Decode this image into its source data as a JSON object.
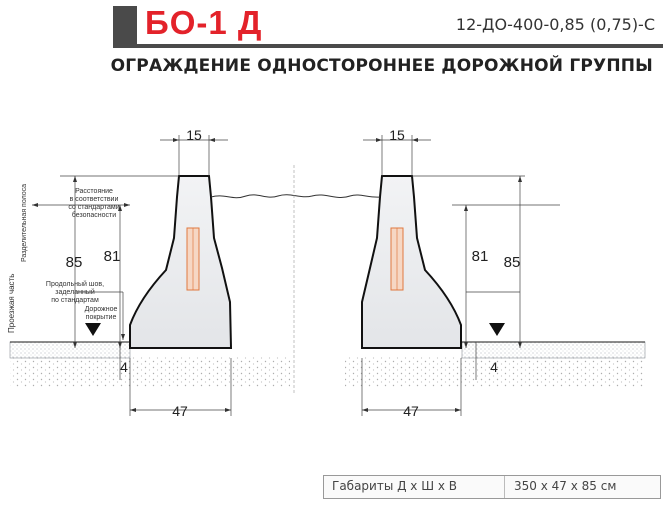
{
  "header": {
    "code": "БО-1 Д",
    "serial": "12-ДО-400-0,85 (0,75)-С",
    "subtitle": "ОГРАЖДЕНИЕ ОДНОСТОРОННЕЕ ДОРОЖНОЙ ГРУППЫ"
  },
  "dimensions": {
    "top_width": "15",
    "bottom_width": "47",
    "height_full": "85",
    "height_above_road": "81",
    "embed": "4"
  },
  "labels": {
    "distance": [
      "Расстояние",
      "в соответствии",
      "со стандартами",
      "безопасности"
    ],
    "seam": [
      "Продольный шов,",
      "заделанный",
      "по стандартам"
    ],
    "road_surface": [
      "Дорожное",
      "покрытие"
    ],
    "divider_lane": "Разделительная полоса",
    "carriageway": "Проезжая часть"
  },
  "footer": {
    "label": "Габариты  Д х Ш х В",
    "value": "350 х 47 х 85 см"
  },
  "colors": {
    "accent": "#e3222a",
    "header_bar": "#4a4a4a"
  }
}
